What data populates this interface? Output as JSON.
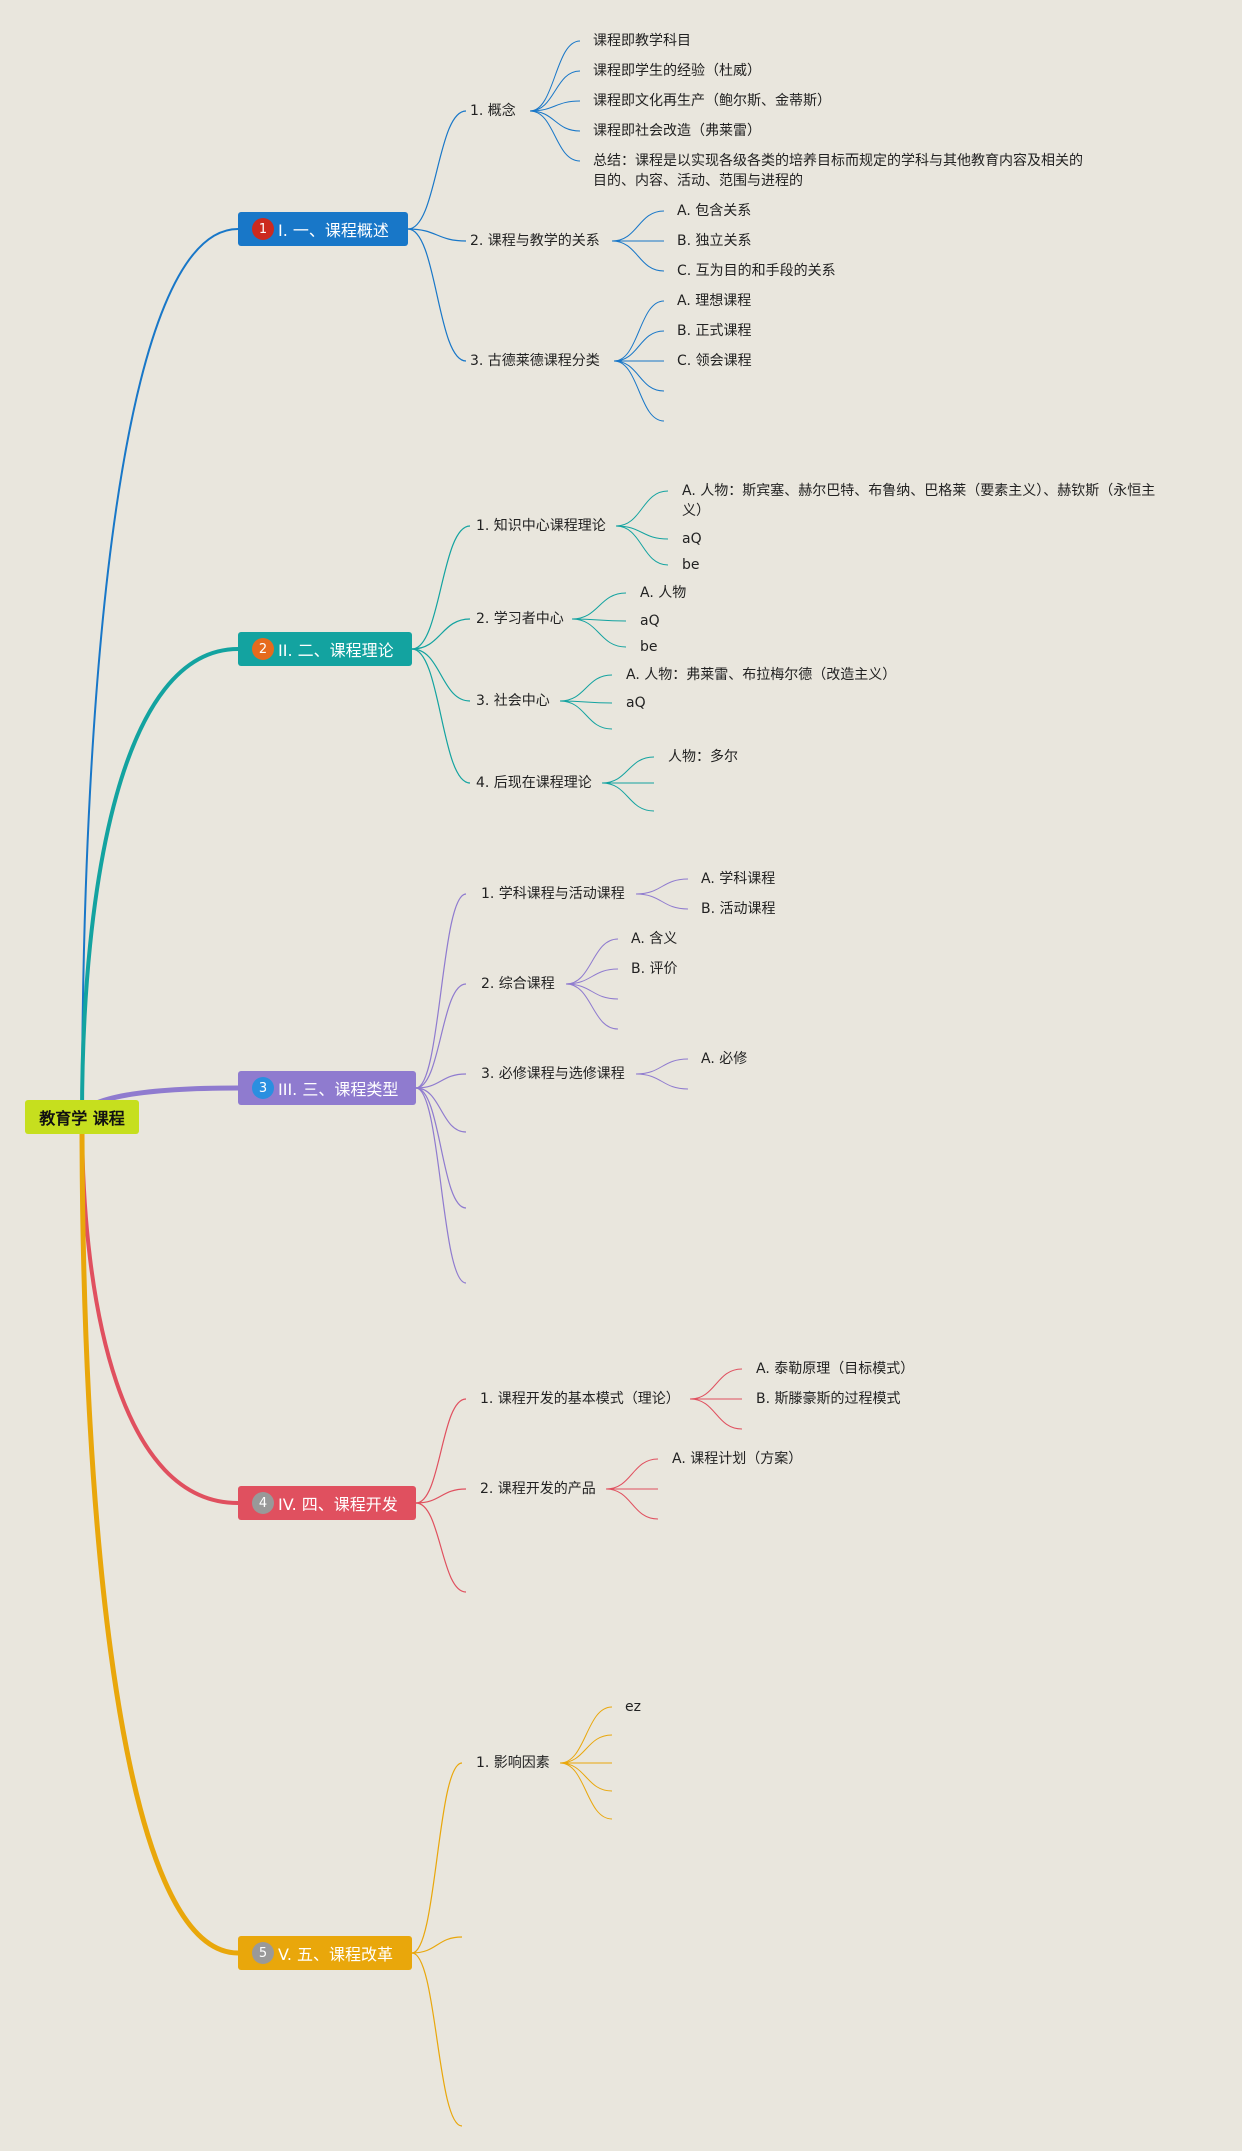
{
  "root": {
    "label": "教育学 课程",
    "color": "#c6df1e"
  },
  "branches": [
    {
      "label": "I. 一、课程概述",
      "marker": "1",
      "color": "#1877c8",
      "marker_color": "#cc2a1f",
      "children": [
        {
          "label": "1. 概念",
          "children": [
            "课程即教学科目",
            "课程即学生的经验（杜威）",
            "课程即文化再生产（鲍尔斯、金蒂斯）",
            "课程即社会改造（弗莱雷）",
            "总结：课程是以实现各级各类的培养目标而规定的学科与其他教育内容及相关的目的、内容、活动、范围与进程的"
          ]
        },
        {
          "label": "2. 课程与教学的关系",
          "children": [
            "A. 包含关系",
            "B. 独立关系",
            "C. 互为目的和手段的关系"
          ]
        },
        {
          "label": "3. 古德莱德课程分类",
          "children": [
            "A. 理想课程",
            "B. 正式课程",
            "C. 领会课程",
            "",
            ""
          ]
        }
      ]
    },
    {
      "label": "II. 二、课程理论",
      "marker": "2",
      "color": "#13a3a0",
      "marker_color": "#e66b1d",
      "children": [
        {
          "label": "1. 知识中心课程理论",
          "children": [
            "A. 人物：斯宾塞、赫尔巴特、布鲁纳、巴格莱（要素主义）、赫钦斯（永恒主义）",
            "aQ",
            "be"
          ]
        },
        {
          "label": "2. 学习者中心",
          "children": [
            "A. 人物",
            "aQ",
            "be"
          ]
        },
        {
          "label": "3. 社会中心",
          "children": [
            "A. 人物：弗莱雷、布拉梅尔德（改造主义）",
            "aQ",
            ""
          ]
        },
        {
          "label": "4. 后现在课程理论",
          "children": [
            "人物：多尔",
            "",
            ""
          ]
        }
      ]
    },
    {
      "label": "III. 三、课程类型",
      "marker": "3",
      "color": "#8f7bcf",
      "marker_color": "#2a8fe0",
      "children": [
        {
          "label": "1. 学科课程与活动课程",
          "children": [
            "A. 学科课程",
            "B. 活动课程"
          ]
        },
        {
          "label": "2. 综合课程",
          "children": [
            "A. 含义",
            "B. 评价",
            "",
            ""
          ]
        },
        {
          "label": "3. 必修课程与选修课程",
          "children": [
            "A. 必修",
            ""
          ]
        },
        {
          "label": "",
          "children": []
        },
        {
          "label": "",
          "children": []
        },
        {
          "label": "",
          "children": []
        }
      ]
    },
    {
      "label": "IV. 四、课程开发",
      "marker": "4",
      "color": "#e0505f",
      "marker_color": "#999999",
      "children": [
        {
          "label": "1. 课程开发的基本模式（理论）",
          "children": [
            "A. 泰勒原理（目标模式）",
            "B. 斯滕豪斯的过程模式",
            ""
          ]
        },
        {
          "label": "2. 课程开发的产品",
          "children": [
            "A. 课程计划（方案）",
            "",
            ""
          ]
        },
        {
          "label": "",
          "children": []
        }
      ]
    },
    {
      "label": "V. 五、课程改革",
      "marker": "5",
      "color": "#e9a70b",
      "marker_color": "#999999",
      "children": [
        {
          "label": "1. 影响因素",
          "children": [
            "ez",
            "",
            "",
            "",
            ""
          ]
        },
        {
          "label": "",
          "children": []
        },
        {
          "label": "",
          "children": []
        }
      ]
    }
  ]
}
